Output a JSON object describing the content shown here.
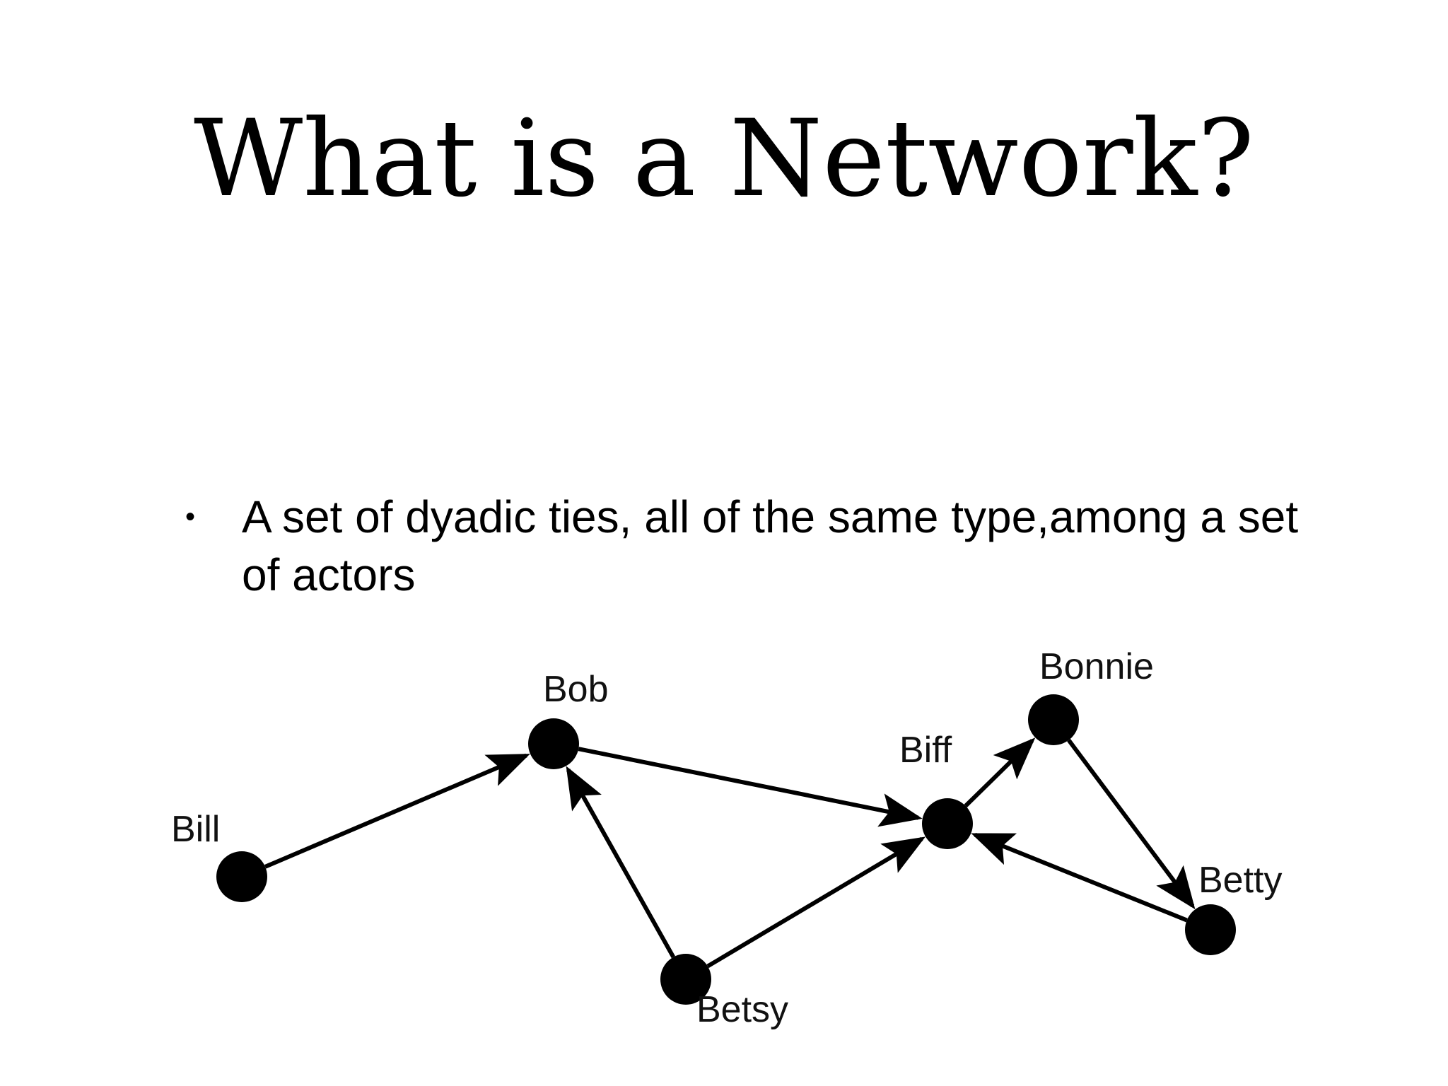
{
  "slide": {
    "title": "What is a Network?",
    "bullets": [
      {
        "marker": "•",
        "text": "A set of dyadic ties, all of the same type,among a set of actors"
      }
    ]
  },
  "network": {
    "nodes": [
      {
        "id": "bill",
        "label": "Bill"
      },
      {
        "id": "bob",
        "label": "Bob"
      },
      {
        "id": "betsy",
        "label": "Betsy"
      },
      {
        "id": "biff",
        "label": "Biff"
      },
      {
        "id": "bonnie",
        "label": "Bonnie"
      },
      {
        "id": "betty",
        "label": "Betty"
      }
    ],
    "edges": [
      {
        "from": "bill",
        "to": "bob"
      },
      {
        "from": "bob",
        "to": "biff"
      },
      {
        "from": "betsy",
        "to": "bob"
      },
      {
        "from": "betsy",
        "to": "biff"
      },
      {
        "from": "biff",
        "to": "bonnie"
      },
      {
        "from": "bonnie",
        "to": "betty"
      },
      {
        "from": "betty",
        "to": "biff"
      }
    ],
    "node_color": "#000000",
    "edge_color": "#000000"
  }
}
